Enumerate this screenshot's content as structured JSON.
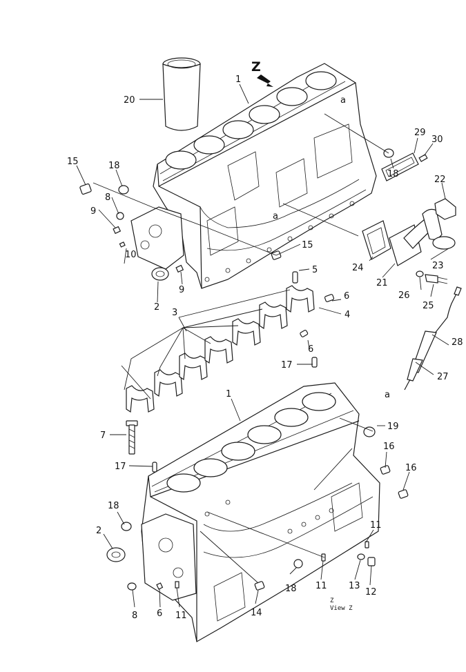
{
  "view_marker": "Z",
  "view_caption": [
    "Z",
    "View Z"
  ],
  "callouts": [
    {
      "id": "c1a",
      "text": "1"
    },
    {
      "id": "c20",
      "text": "20"
    },
    {
      "id": "c15a",
      "text": "15"
    },
    {
      "id": "c18a",
      "text": "18"
    },
    {
      "id": "c8a",
      "text": "8"
    },
    {
      "id": "c9a",
      "text": "9"
    },
    {
      "id": "c10",
      "text": "10"
    },
    {
      "id": "c2a",
      "text": "2"
    },
    {
      "id": "c9b",
      "text": "9"
    },
    {
      "id": "c15b",
      "text": "15"
    },
    {
      "id": "c29",
      "text": "29"
    },
    {
      "id": "c30",
      "text": "30"
    },
    {
      "id": "c18b",
      "text": "18"
    },
    {
      "id": "c22",
      "text": "22"
    },
    {
      "id": "c24",
      "text": "24"
    },
    {
      "id": "c21",
      "text": "21"
    },
    {
      "id": "c23",
      "text": "23"
    },
    {
      "id": "c26",
      "text": "26"
    },
    {
      "id": "c25",
      "text": "25"
    },
    {
      "id": "c5",
      "text": "5"
    },
    {
      "id": "c6a",
      "text": "6"
    },
    {
      "id": "c4",
      "text": "4"
    },
    {
      "id": "c6b",
      "text": "6"
    },
    {
      "id": "c3",
      "text": "3"
    },
    {
      "id": "c28",
      "text": "28"
    },
    {
      "id": "c27",
      "text": "27"
    },
    {
      "id": "c17a",
      "text": "17"
    },
    {
      "id": "c1b",
      "text": "1"
    },
    {
      "id": "c7",
      "text": "7"
    },
    {
      "id": "c19",
      "text": "19"
    },
    {
      "id": "c17b",
      "text": "17"
    },
    {
      "id": "c16a",
      "text": "16"
    },
    {
      "id": "c16b",
      "text": "16"
    },
    {
      "id": "c18c",
      "text": "18"
    },
    {
      "id": "c2b",
      "text": "2"
    },
    {
      "id": "c11a",
      "text": "11"
    },
    {
      "id": "c18d",
      "text": "18"
    },
    {
      "id": "c11b",
      "text": "11"
    },
    {
      "id": "c13",
      "text": "13"
    },
    {
      "id": "c12",
      "text": "12"
    },
    {
      "id": "c8b",
      "text": "8"
    },
    {
      "id": "c6c",
      "text": "6"
    },
    {
      "id": "c11c",
      "text": "11"
    },
    {
      "id": "c14",
      "text": "14"
    },
    {
      "id": "ca1",
      "text": "a"
    },
    {
      "id": "ca2",
      "text": "a"
    },
    {
      "id": "ca3",
      "text": "a"
    }
  ]
}
